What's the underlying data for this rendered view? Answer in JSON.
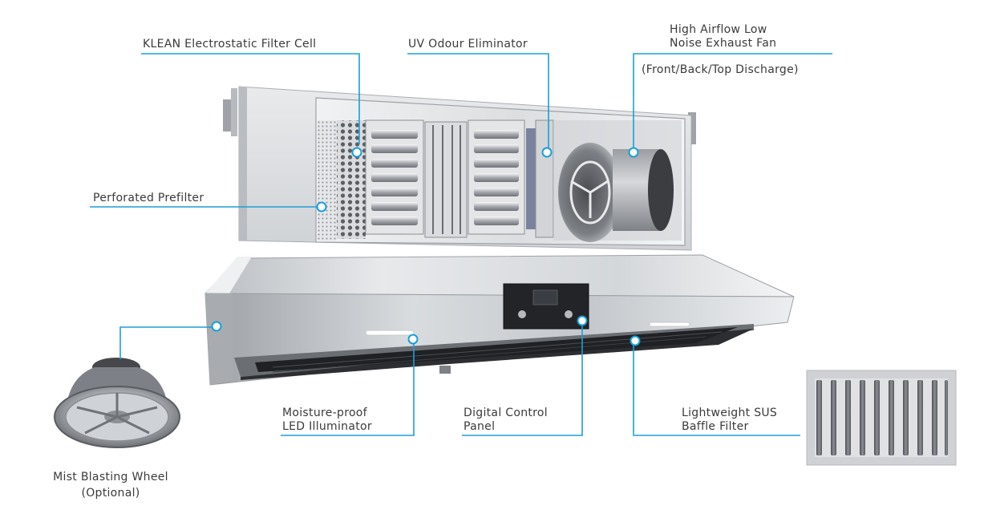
{
  "callouts": {
    "klean_filter": "KLEAN Electrostatic Filter Cell",
    "uv_eliminator": "UV Odour Eliminator",
    "exhaust_fan": {
      "line1": "High Airflow Low",
      "line2": "Noise Exhaust Fan",
      "line3": "(Front/Back/Top Discharge)"
    },
    "prefilter": "Perforated Prefilter",
    "led": {
      "line1": "Moisture-proof",
      "line2": "LED Illuminator"
    },
    "control_panel": {
      "line1": "Digital Control",
      "line2": "Panel"
    },
    "baffle_filter": {
      "line1": "Lightweight SUS",
      "line2": "Baffle Filter"
    },
    "mist_wheel": {
      "line1": "Mist Blasting Wheel",
      "line2": "(Optional)"
    }
  },
  "colors": {
    "leader_line": "#1b9fd6",
    "steel_light": "#e6e8ea",
    "steel_mid": "#c4c8cc",
    "steel_dark": "#7d8186",
    "underside": "#2c2e31",
    "text": "#3a3a3a"
  }
}
